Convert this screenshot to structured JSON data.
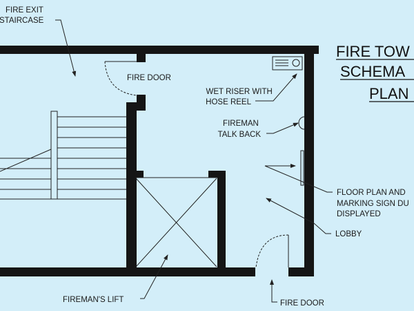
{
  "title": {
    "lines": [
      "FIRE TOW",
      "SCHEMA",
      "PLAN"
    ]
  },
  "labels": {
    "fire_exit_staircase": [
      "FIRE EXIT",
      "STAIRCASE"
    ],
    "fire_door_top": "FIRE DOOR",
    "wet_riser": [
      "WET RISER WITH",
      "HOSE REEL"
    ],
    "fireman_talk_back": [
      "FIREMAN",
      "TALK BACK"
    ],
    "floor_plan_sign": [
      "FLOOR PLAN AND",
      "MARKING SIGN DU",
      "DISPLAYED"
    ],
    "lobby": "LOBBY",
    "firemans_lift": "FIREMAN'S LIFT",
    "fire_door_bottom": "FIRE DOOR"
  },
  "colors": {
    "background": "#d3eef9",
    "walls": "#151515"
  }
}
